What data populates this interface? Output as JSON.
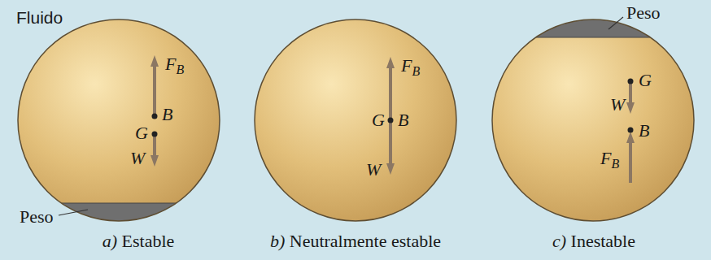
{
  "diagram": {
    "nodes": [
      {
        "text": [
          "FB",
          "B",
          "G",
          "W"
        ]
      },
      {
        "text": [
          "FB",
          "G",
          "B",
          "W"
        ]
      },
      {
        "text": [
          "G",
          "W",
          "B",
          "FB"
        ]
      }
    ],
    "labels": [
      "Fluido",
      "Peso",
      "a) Estable",
      "b) Neutralmente estable",
      "Peso",
      "c) Inestable"
    ]
  }
}
